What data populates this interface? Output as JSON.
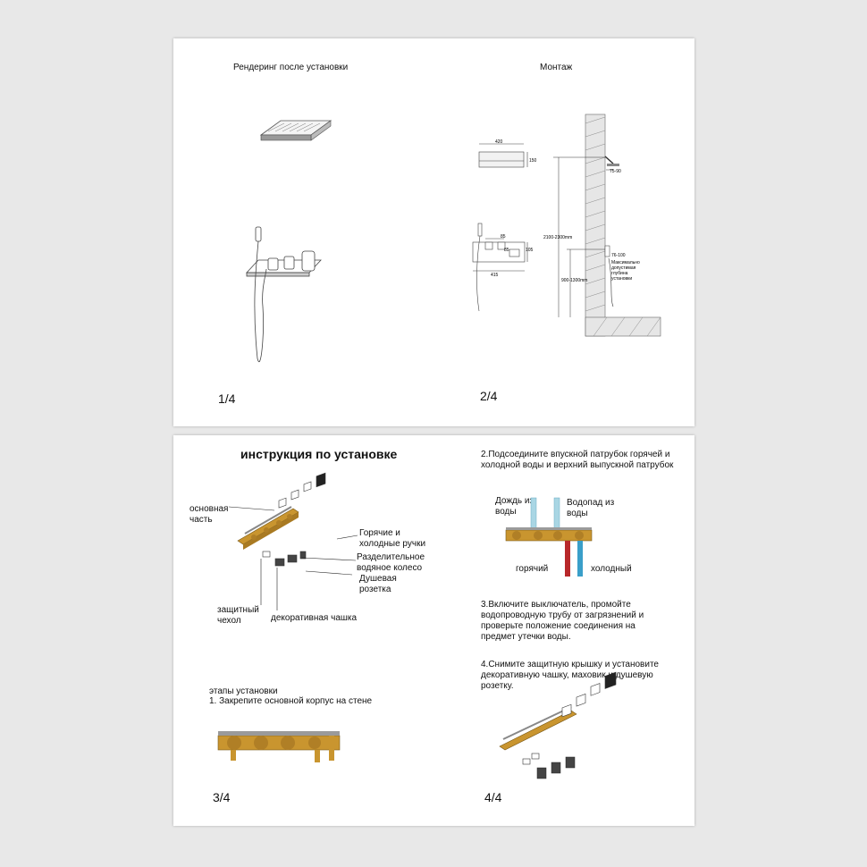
{
  "top_sheet": {
    "left_heading": "Рендеринг после установки",
    "right_heading": "Монтаж",
    "page_left": "1/4",
    "page_right": "2/4",
    "dims": {
      "width_top": "420",
      "height_top": "150",
      "arm": "75-90",
      "total_height": "2100-2300mm",
      "spacing_a": "85",
      "spacing_b": "85",
      "valve_height": "105",
      "valve_width": "415",
      "depth": "76-100",
      "depth_note_1": "Максимально",
      "depth_note_2": "допустимая",
      "depth_note_3": "глубина",
      "depth_note_4": "установки",
      "valve_level": "900-1300mm"
    }
  },
  "bottom_sheet": {
    "title": "инструкция по установке",
    "labels": {
      "main_part": "основная часть",
      "handles": "Горячие и холодные ручки",
      "diverter": "Разделительное водяное колесо",
      "shower_outlet": "Душевая розетка",
      "protective_cover": "защитный чехол",
      "deco_cup": "декоративная чашка"
    },
    "steps_title": "этапы установки",
    "step1": "1. Закрепите основной корпус на стене",
    "step2": "2.Подсоедините впускной патрубок горячей и холодной воды и верхний выпускной патрубок",
    "step2_labels": {
      "rain": "Дождь из воды",
      "waterfall": "Водопад из воды",
      "hot": "горячий",
      "cold": "холодный"
    },
    "step3": "3.Включите выключатель, промойте водопроводную трубу от загрязнений и проверьте положение соединения на предмет утечки воды.",
    "step4": "4.Снимите защитную крышку и установите декоративную чашку, маховик и душевую розетку.",
    "page_left": "3/4",
    "page_right": "4/4"
  },
  "colors": {
    "brass": "#c9952f",
    "hot_pipe": "#b8282a",
    "cold_pipe": "#3a9fc9",
    "pipe_blue_light": "#a9d6e4",
    "wall_hatch": "#8a8a8a"
  }
}
